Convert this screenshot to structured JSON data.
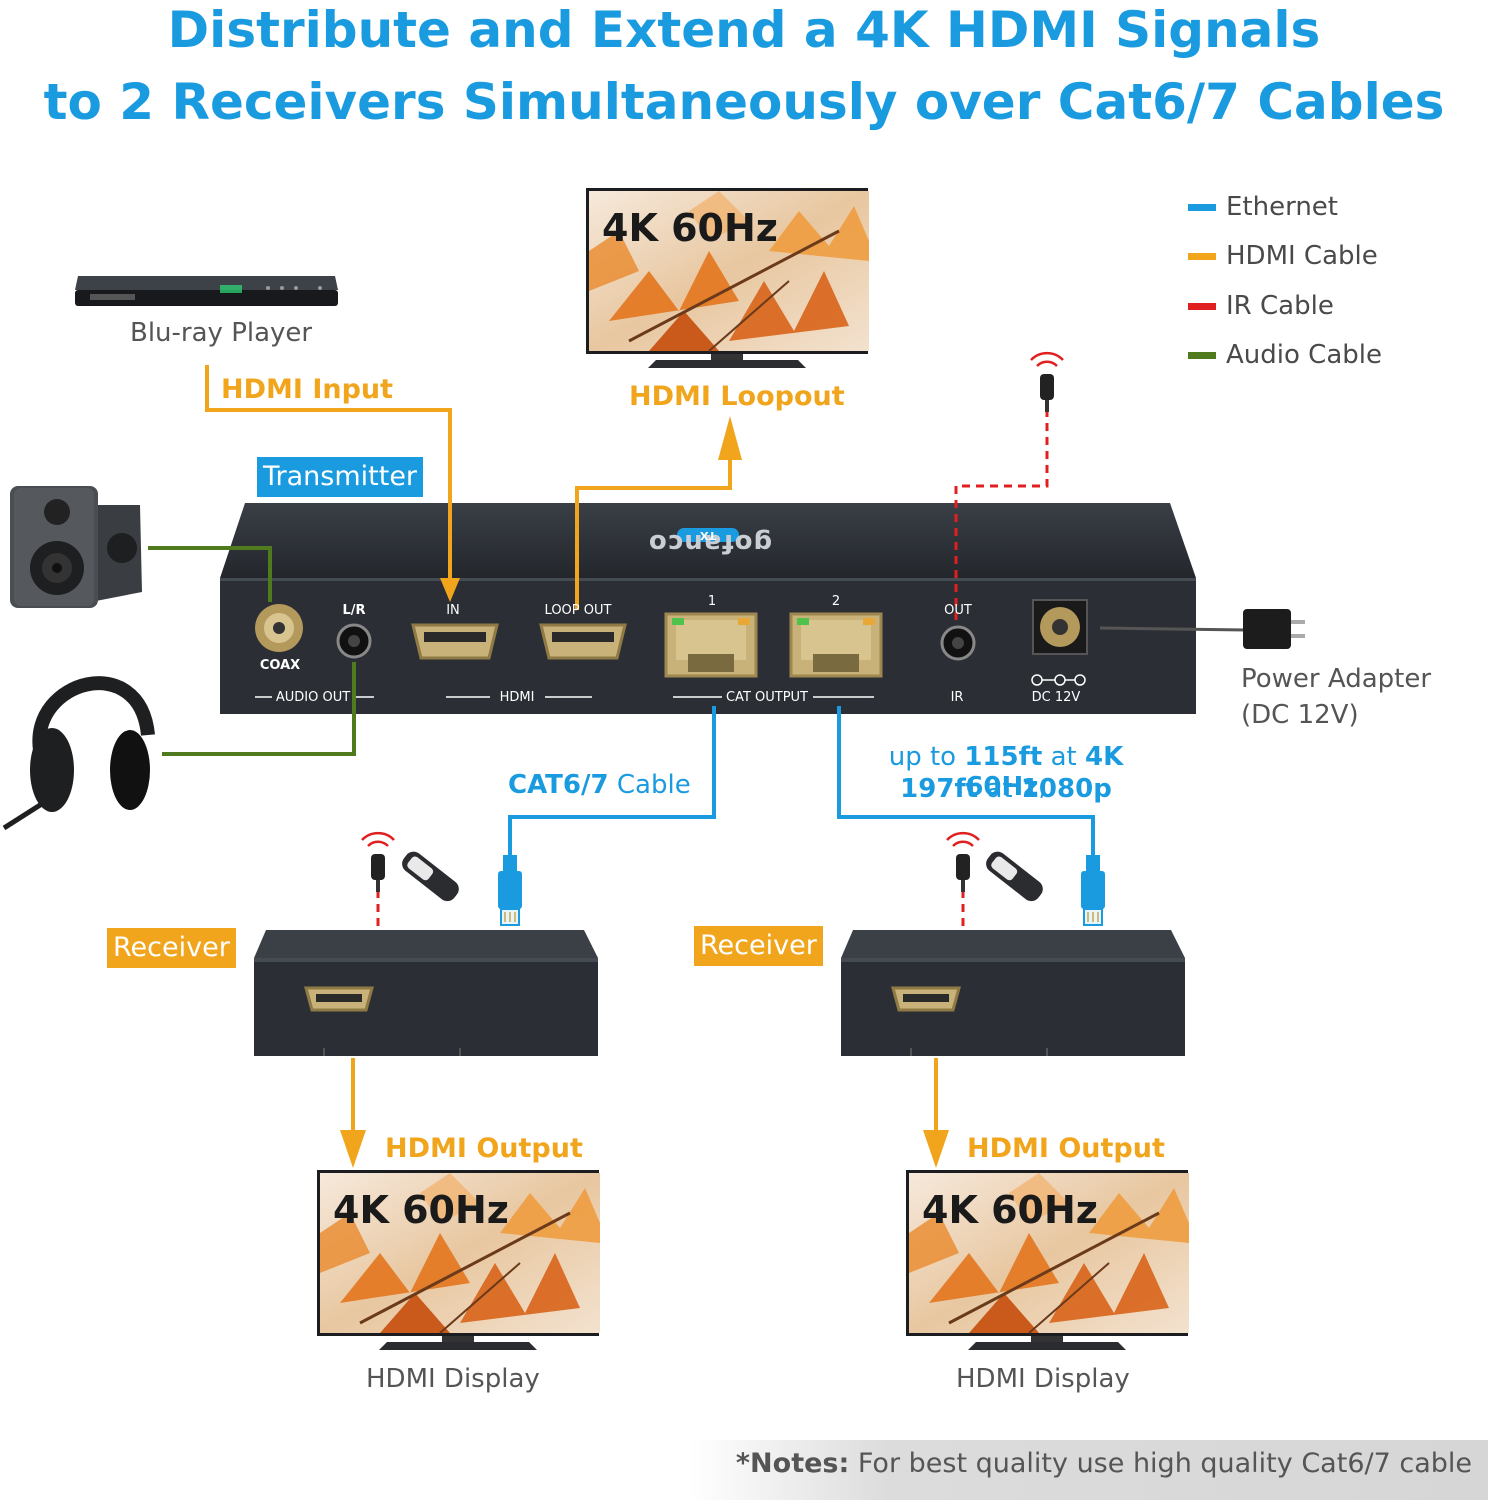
{
  "title": {
    "line1": "Distribute and Extend a 4K HDMI Signals",
    "line2": "to 2 Receivers Simultaneously over Cat6/7 Cables"
  },
  "legend": [
    {
      "label": "Ethernet",
      "color": "#1a9be0"
    },
    {
      "label": "HDMI Cable",
      "color": "#f0a51c"
    },
    {
      "label": "IR Cable",
      "color": "#e02020"
    },
    {
      "label": "Audio Cable",
      "color": "#4f7a1e"
    }
  ],
  "devices": {
    "bluray": "Blu-ray Player",
    "tv_top_text": "4K 60Hz",
    "tv_left_text": "4K 60Hz",
    "tv_right_text": "4K 60Hz",
    "display_left": "HDMI Display",
    "display_right": "HDMI Display",
    "power_line1": "Power Adapter",
    "power_line2": "(DC 12V)"
  },
  "labels": {
    "hdmi_input": "HDMI Input",
    "hdmi_loopout": "HDMI Loopout",
    "transmitter": "Transmitter",
    "receiver_left": "Receiver",
    "receiver_right": "Receiver",
    "hdmi_output_left": "HDMI Output",
    "hdmi_output_right": "HDMI Output",
    "cat_cable_bold": "CAT6/7",
    "cat_cable_rest": " Cable",
    "range_a": "up to ",
    "range_b": "115ft",
    "range_c": " at ",
    "range_d": "4K 60Hz",
    "range_e": ",",
    "range_f": "197ft",
    "range_g": " at ",
    "range_h": "1080p"
  },
  "ports": {
    "lr": "L/R",
    "coax": "COAX",
    "audio_out": "AUDIO OUT",
    "in": "IN",
    "loop_out": "LOOP OUT",
    "hdmi": "HDMI",
    "cat1": "1",
    "cat2": "2",
    "cat_output": "CAT OUTPUT",
    "out": "OUT",
    "ir": "IR",
    "dc": "DC 12V",
    "brand": "gofanco",
    "tx": "TX"
  },
  "notes": {
    "bold": "*Notes:",
    "text": " For best quality use high quality Cat6/7 cable"
  },
  "colors": {
    "accent_blue": "#1a9be0",
    "accent_orange": "#f0a51c",
    "ir_red": "#e02020",
    "audio_green": "#4f7a1e",
    "device_dark": "#2b2f35"
  }
}
